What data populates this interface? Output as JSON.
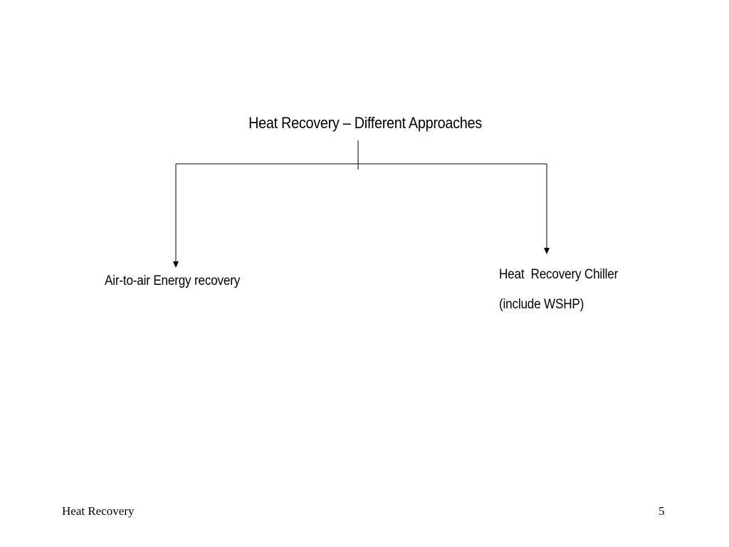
{
  "diagram": {
    "title": "Heat Recovery – Different Approaches",
    "branches": {
      "left": {
        "label": "Air-to-air Energy recovery"
      },
      "right": {
        "label_line1": "Heat  Recovery Chiller",
        "label_line2": "(include WSHP)"
      }
    }
  },
  "footer": {
    "title": "Heat Recovery",
    "page_number": "5"
  }
}
